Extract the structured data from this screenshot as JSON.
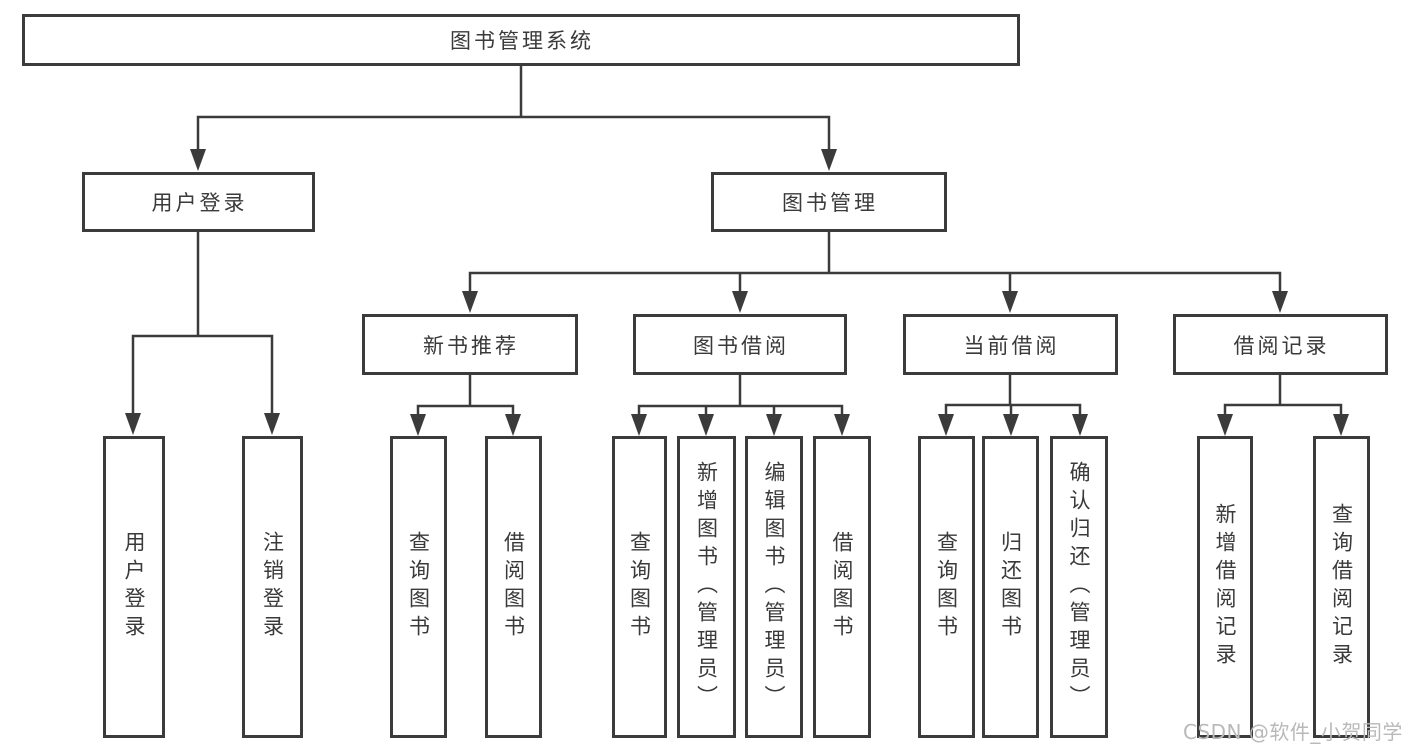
{
  "diagram": {
    "title": "图书管理系统",
    "type": "function-structure-tree"
  },
  "nodes": {
    "root": {
      "label": "图书管理系统",
      "children": [
        "userLogin",
        "bookMgmt"
      ]
    },
    "userLogin": {
      "label": "用户登录",
      "children": [
        "ulLogin",
        "ulLogout"
      ]
    },
    "bookMgmt": {
      "label": "图书管理",
      "children": [
        "newBookRec",
        "bookBorrow",
        "currentBorrow",
        "borrowRecords"
      ]
    },
    "newBookRec": {
      "label": "新书推荐",
      "children": [
        "nbQuery",
        "nbBorrow"
      ]
    },
    "bookBorrow": {
      "label": "图书借阅",
      "children": [
        "bbQuery",
        "bbAdd",
        "bbEdit",
        "bbBorrow"
      ]
    },
    "currentBorrow": {
      "label": "当前借阅",
      "children": [
        "cbQuery",
        "cbReturn",
        "cbConfirm"
      ]
    },
    "borrowRecords": {
      "label": "借阅记录",
      "children": [
        "brAdd",
        "brQuery"
      ]
    },
    "ulLogin": {
      "label": "用户登录",
      "children": []
    },
    "ulLogout": {
      "label": "注销登录",
      "children": []
    },
    "nbQuery": {
      "label": "查询图书",
      "children": []
    },
    "nbBorrow": {
      "label": "借阅图书",
      "children": []
    },
    "bbQuery": {
      "label": "查询图书",
      "children": []
    },
    "bbAdd": {
      "label": "新增图书（管理员）",
      "children": []
    },
    "bbEdit": {
      "label": "编辑图书（管理员）",
      "children": []
    },
    "bbBorrow": {
      "label": "借阅图书",
      "children": []
    },
    "cbQuery": {
      "label": "查询图书",
      "children": []
    },
    "cbReturn": {
      "label": "归还图书",
      "children": []
    },
    "cbConfirm": {
      "label": "确认归还（管理员）",
      "children": []
    },
    "brAdd": {
      "label": "新增借阅记录",
      "children": []
    },
    "brQuery": {
      "label": "查询借阅记录",
      "children": []
    }
  },
  "watermark": {
    "text": "CSDN @软件_小贺同学"
  },
  "colors": {
    "background": "#ffffff",
    "line": "#3b3b3b",
    "box_border": "#3b3b3b",
    "text": "#3a3a3a",
    "watermark": "#b9b9b9"
  }
}
